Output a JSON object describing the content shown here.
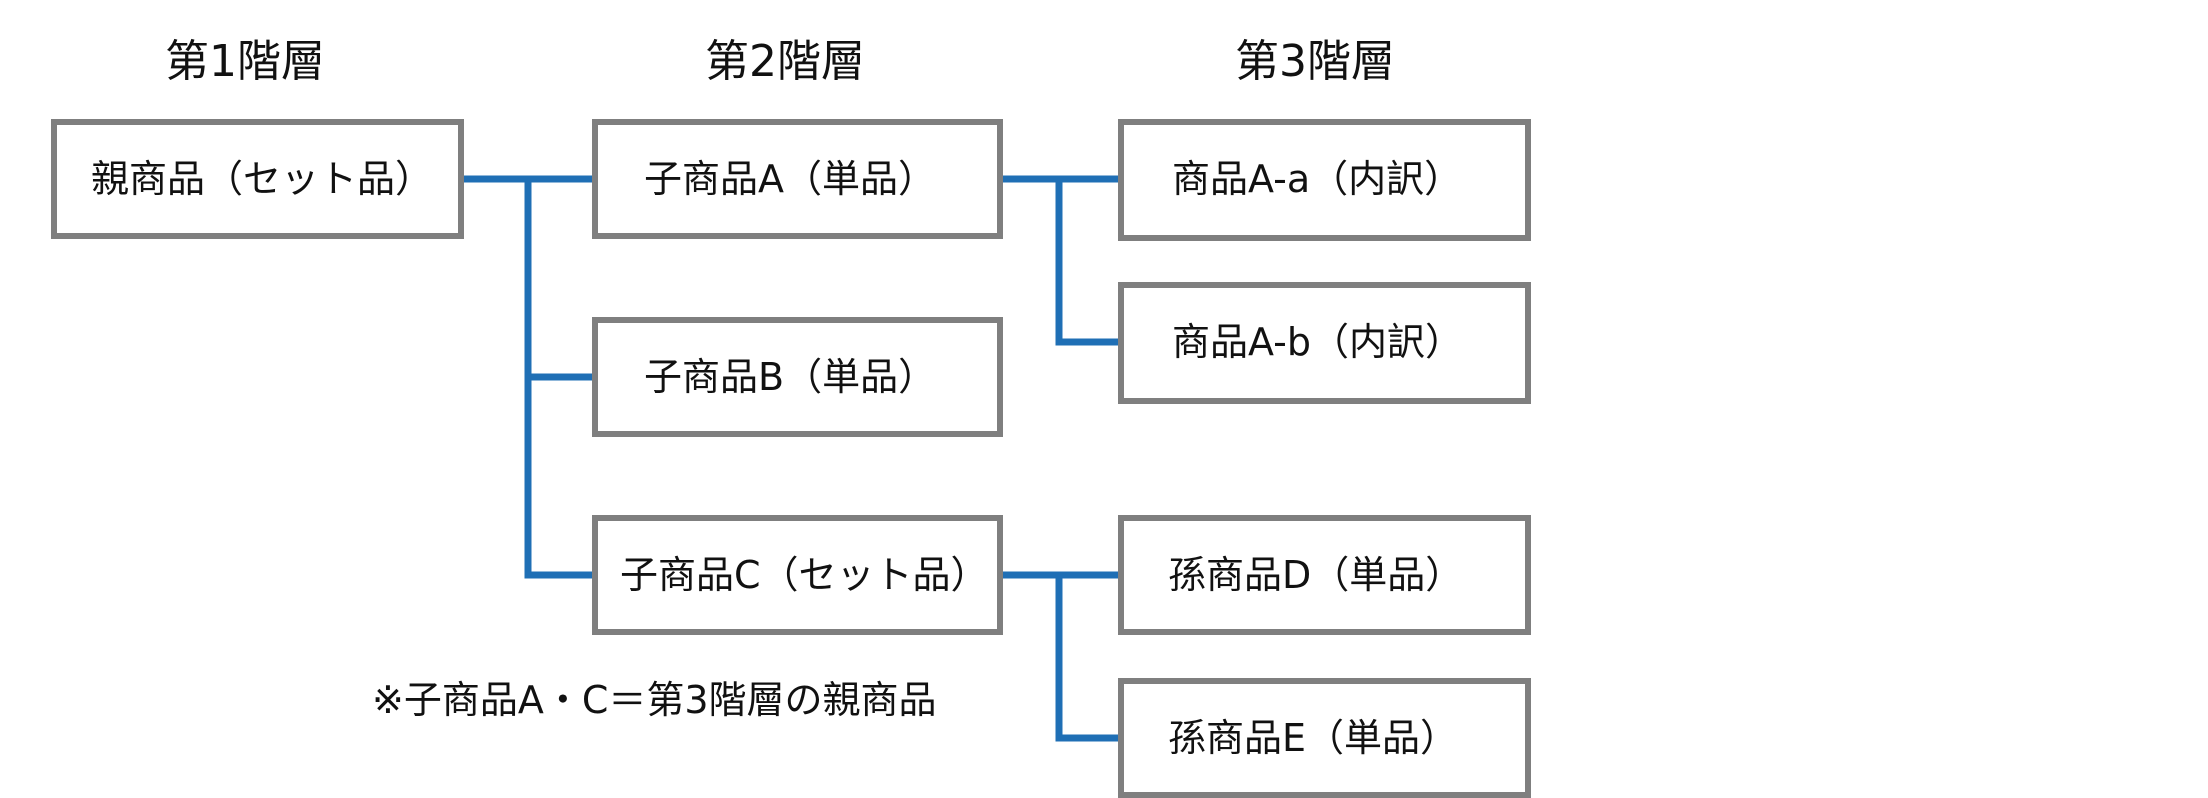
{
  "levels": {
    "level1": "第1階層",
    "level2": "第2階層",
    "level3": "第3階層"
  },
  "nodes": {
    "parent": "親商品（セット品）",
    "child_a": "子商品A（単品）",
    "child_b": "子商品B（単品）",
    "child_c": "子商品C（セット品）",
    "item_a_a": "商品A-a（内訳）",
    "item_a_b": "商品A-b（内訳）",
    "grandchild_d": "孫商品D（単品）",
    "grandchild_e": "孫商品E（単品）"
  },
  "note": "※子商品A・C＝第3階層の親商品",
  "colors": {
    "box_border": "#7f7f7f",
    "connector": "#1f6fb5"
  }
}
